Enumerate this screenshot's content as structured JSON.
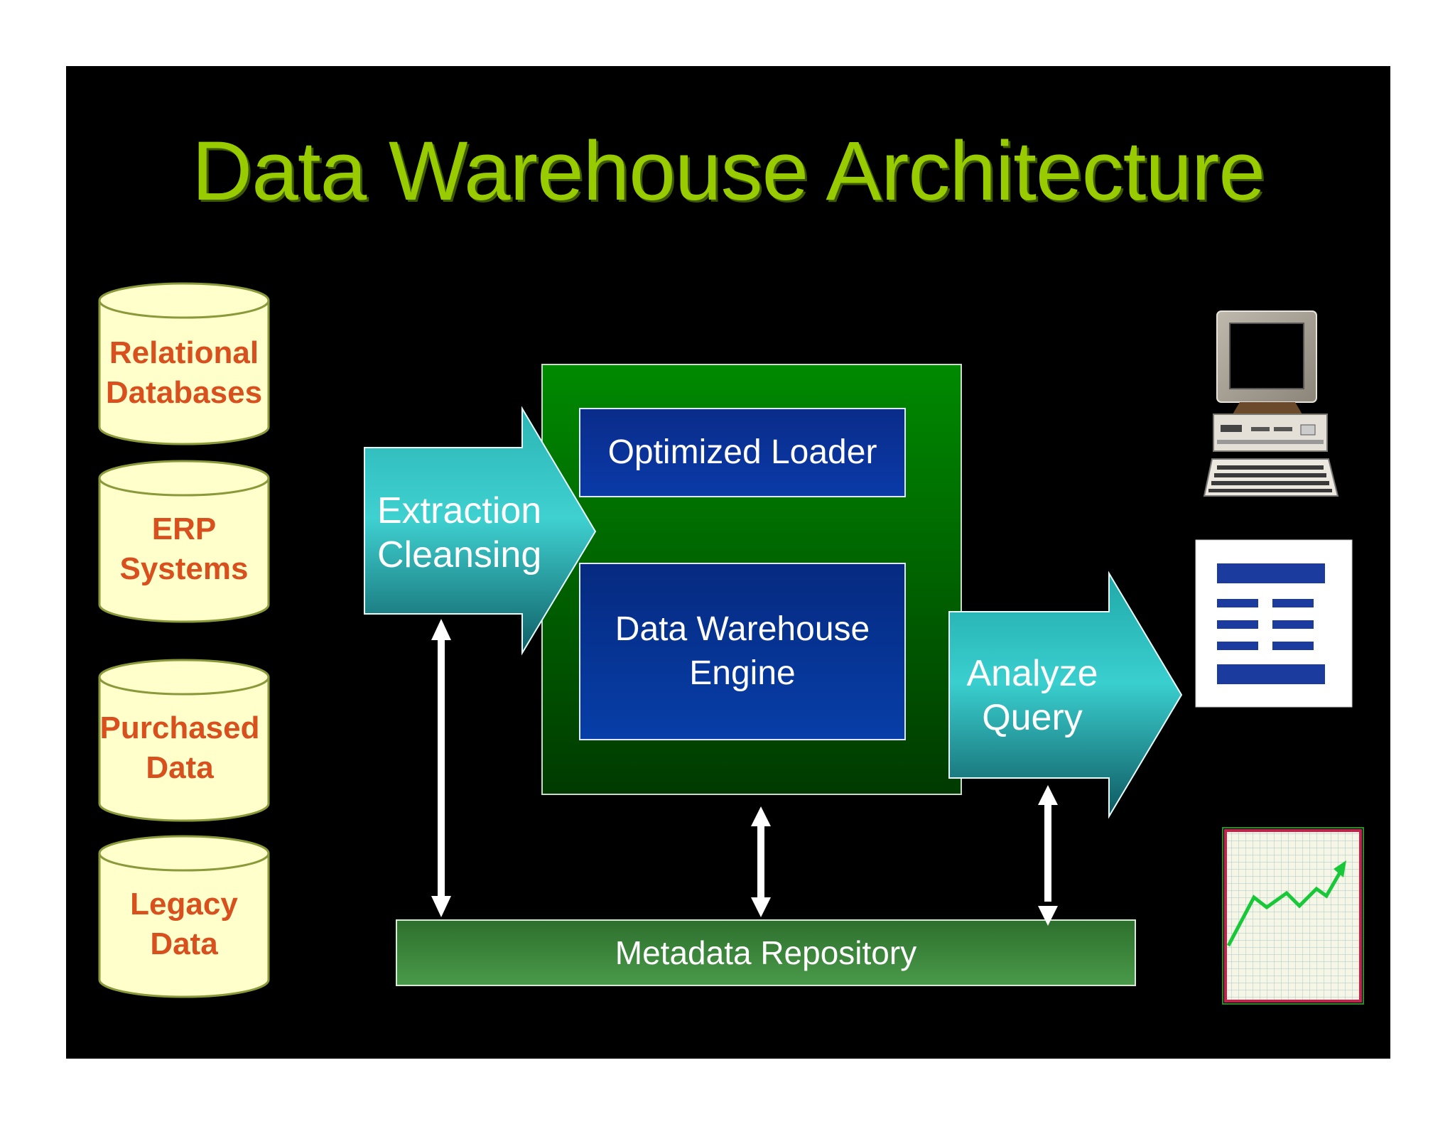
{
  "title": "Data Warehouse Architecture",
  "sources": [
    {
      "line1": "Relational",
      "line2": "Databases"
    },
    {
      "line1": "ERP",
      "line2": "Systems"
    },
    {
      "line1": "Purchased",
      "line2": "Data"
    },
    {
      "line1": "Legacy",
      "line2": "Data"
    }
  ],
  "extraction": {
    "line1": "Extraction",
    "line2": "Cleansing"
  },
  "loader": "Optimized Loader",
  "engine": {
    "line1": "Data Warehouse",
    "line2": "Engine"
  },
  "analyze": {
    "line1": "Analyze",
    "line2": "Query"
  },
  "metadata": "Metadata Repository",
  "icons": [
    "computer-icon",
    "report-icon",
    "chart-icon"
  ],
  "colors": {
    "title": "#99cc00",
    "source_text": "#d8501e",
    "source_fill": "#ffffcc",
    "engine_box": "#063a9e",
    "arrow": "#33cccc",
    "warehouse_frame": "#008000"
  }
}
